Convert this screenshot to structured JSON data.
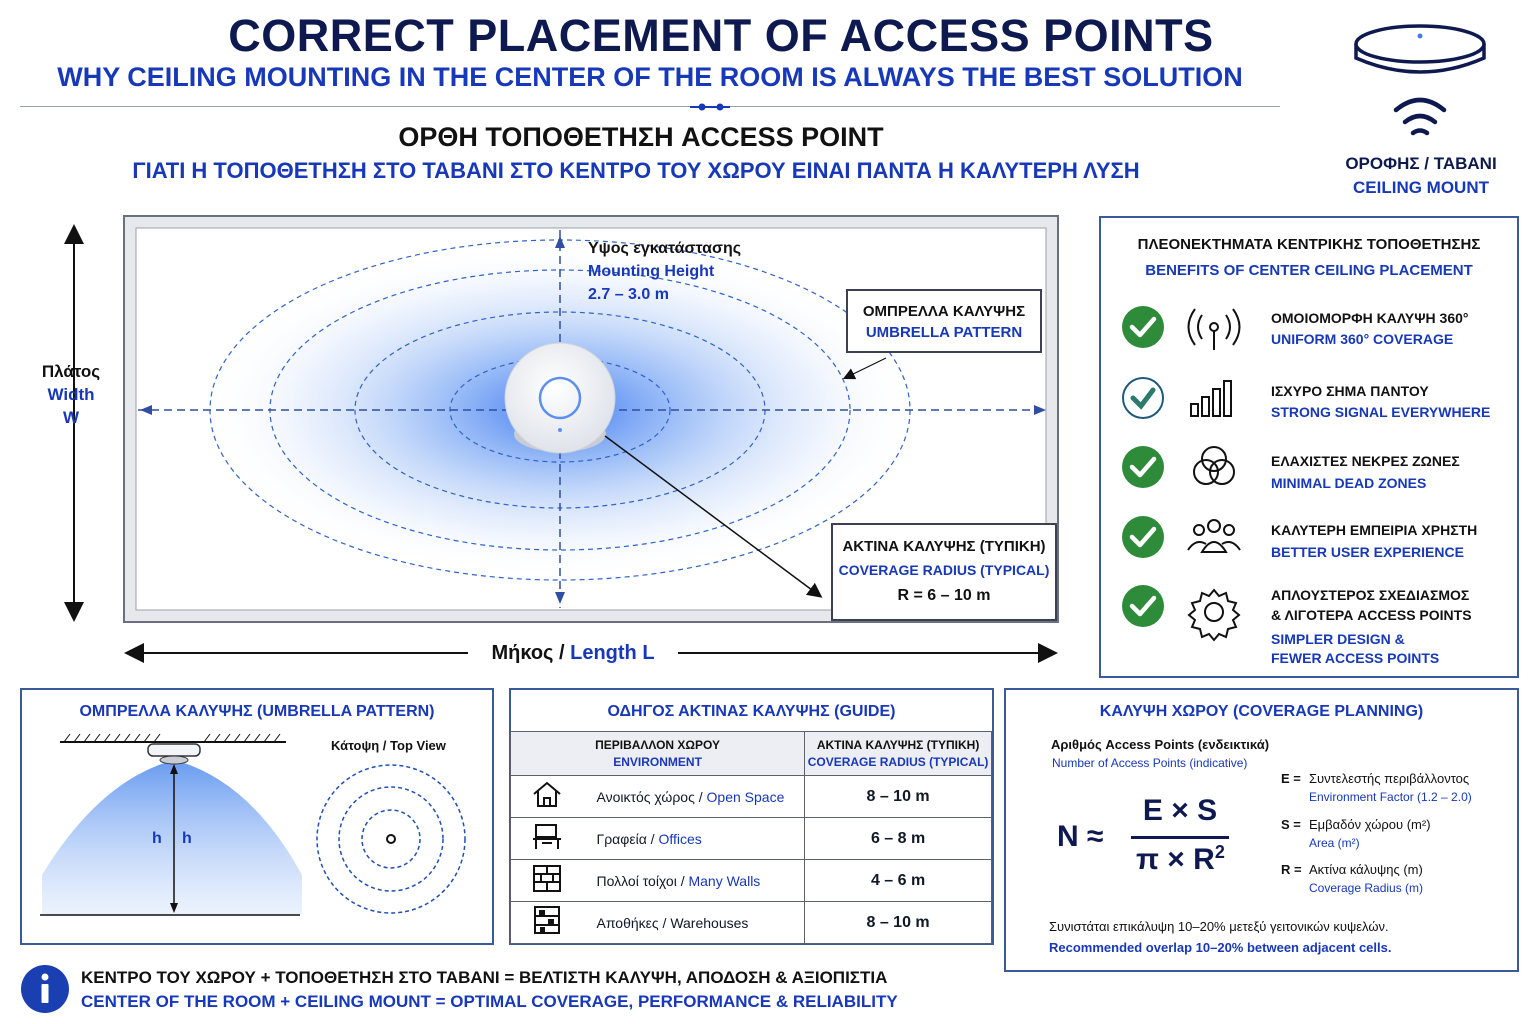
{
  "header": {
    "title": "CORRECT PLACEMENT OF ACCESS POINTS",
    "subtitle": "WHY CEILING MOUNTING IN THE CENTER OF THE ROOM IS ALWAYS THE BEST SOLUTION",
    "title_gr": "ΟΡΘΗ ΤΟΠΟΘΕΤΗΣΗ ACCESS POINT",
    "subtitle_gr": "ΓΙΑΤΙ Η ΤΟΠΟΘΕΤΗΣΗ ΣΤΟ ΤΑΒΑΝΙ ΣΤΟ ΚΕΝΤΡΟ ΤΟΥ ΧΩΡΟΥ ΕΙΝΑΙ ΠΑΝΤΑ Η ΚΑΛΥΤΕΡΗ ΛΥΣΗ"
  },
  "mount_badge": {
    "label_gr": "ΟΡΟΦΗΣ / ΤΑΒΑΝΙ",
    "label_en": "CEILING MOUNT",
    "icons": [
      "ceiling-ap-icon",
      "wifi-icon"
    ]
  },
  "room": {
    "width_gr": "Πλάτος",
    "width_en": "Width",
    "width_symbol": "W",
    "length_gr": "Μήκος",
    "length_sep": " / ",
    "length_en": "Length L",
    "height_gr": "Υψος εγκατάστασης",
    "height_en": "Mounting Height",
    "height_value": "2.7 – 3.0 m",
    "umbrella_gr": "ΟΜΠΡΕΛΛΑ ΚΑΛΥΨΗΣ",
    "umbrella_en": "UMBRELLA PATTERN",
    "radius_gr": "ΑΚΤΙΝΑ ΚΑΛΥΨΗΣ (ΤΥΠΙΚΗ)",
    "radius_en": "COVERAGE RADIUS (TYPICAL)",
    "radius_value": "R = 6 – 10 m"
  },
  "benefits": {
    "title_gr": "ΠΛΕΟΝΕΚΤΗΜΑΤΑ ΚΕΝΤΡΙΚΗΣ ΤΟΠΟΘΕΤΗΣΗΣ",
    "title_en": "BENEFITS OF CENTER CEILING PLACEMENT",
    "items": [
      {
        "gr": "ΟΜΟΙΟΜΟΡΦΗ ΚΑΛΥΨΗ 360°",
        "en": "UNIFORM 360° COVERAGE",
        "icon": "antenna-icon"
      },
      {
        "gr": "ΙΣΧΥΡΟ ΣΗΜΑ ΠΑΝΤΟΥ",
        "en": "STRONG SIGNAL EVERYWHERE",
        "icon": "signal-bars-icon"
      },
      {
        "gr": "ΕΛΑΧΙΣΤΕΣ ΝΕΚΡΕΣ ΖΩΝΕΣ",
        "en": "MINIMAL DEAD ZONES",
        "icon": "overlap-circles-icon"
      },
      {
        "gr": "ΚΑΛΥΤΕΡΗ ΕΜΠΕΙΡΙΑ ΧΡΗΣΤΗ",
        "en": "BETTER USER EXPERIENCE",
        "icon": "users-icon"
      },
      {
        "gr": "ΑΠΛΟΥΣΤΕΡΟΣ ΣΧΕΔΙΑΣΜΟΣ",
        "gr2": "& ΛΙΓΟΤΕΡΑ ACCESS POINTS",
        "en": "SIMPLER DESIGN &",
        "en2": "FEWER ACCESS POINTS",
        "icon": "gear-icon"
      }
    ]
  },
  "umbrella_panel": {
    "title": "ΟΜΠΡΕΛΛΑ ΚΑΛΥΨΗΣ (UMBRELLA PATTERN)",
    "top_view": "Κάτοψη / Top View",
    "h_label": "h"
  },
  "guide": {
    "title": "ΟΔΗΓΟΣ ΑΚΤΙΝΑΣ ΚΑΛΥΨΗΣ (GUIDE)",
    "col1_gr": "ΠΕΡΙΒΑΛΛΟΝ ΧΩΡΟΥ",
    "col1_en": "ENVIRONMENT",
    "col2_gr": "ΑΚΤΙΝΑ ΚΑΛΥΨΗΣ (ΤΥΠΙΚΗ)",
    "col2_en": "COVERAGE RADIUS (TYPICAL)",
    "rows": [
      {
        "gr": "Ανοικτός χώρος",
        "en": "Open Space",
        "value": "8 – 10 m",
        "icon": "house-icon"
      },
      {
        "gr": "Γραφεία",
        "en": "Offices",
        "value": "6 – 8 m",
        "icon": "desk-icon"
      },
      {
        "gr": "Πολλοί τοίχοι",
        "en": "Many Walls",
        "value": "4 – 6 m",
        "icon": "brick-wall-icon"
      },
      {
        "gr": "Αποθήκες",
        "en": "Warehouses",
        "value": "8 – 10 m",
        "icon": "shelving-icon"
      }
    ]
  },
  "coverage": {
    "title": "ΚΑΛΥΨΗ ΧΩΡΟΥ (COVERAGE PLANNING)",
    "count_gr": "Αριθμός Access Points (ενδεικτικά)",
    "count_en": "Number of Access Points (indicative)",
    "formula_lhs": "N ≈",
    "formula_num": "E × S",
    "formula_den": "π × R",
    "formula_exp": "2",
    "vars": [
      {
        "sym": "E =",
        "gr": "Συντελεστής περιβάλλοντος",
        "en": "Environment Factor (1.2 – 2.0)"
      },
      {
        "sym": "S =",
        "gr": "Εμβαδόν χώρου (m²)",
        "en": "Area (m²)"
      },
      {
        "sym": "R =",
        "gr": "Ακτίνα κάλυψης (m)",
        "en": "Coverage Radius (m)"
      }
    ],
    "note_gr": "Συνιστάται επικάλυψη 10–20% μετεξύ γειτονικών κυψελών.",
    "note_en": "Recommended overlap 10–20% between adjacent cells."
  },
  "footer": {
    "line_gr": "ΚΕΝΤΡΟ ΤΟΥ ΧΩΡΟΥ + ΤΟΠΟΘΕΤΗΣΗ ΣΤΟ ΤΑΒΑΝΙ = ΒΕΛΤΙΣΤΗ ΚΑΛΥΨΗ, ΑΠΟΔΟΣΗ & ΑΞΙΟΠΙΣΤΙΑ",
    "line_en": "CENTER OF THE ROOM + CEILING MOUNT = OPTIMAL COVERAGE, PERFORMANCE & RELIABILITY",
    "icon": "info-icon"
  },
  "colors": {
    "navy": "#0e1a4f",
    "accent_blue": "#1738b8",
    "check_green": "#2e8b3a",
    "border": "#3b5a9a"
  }
}
